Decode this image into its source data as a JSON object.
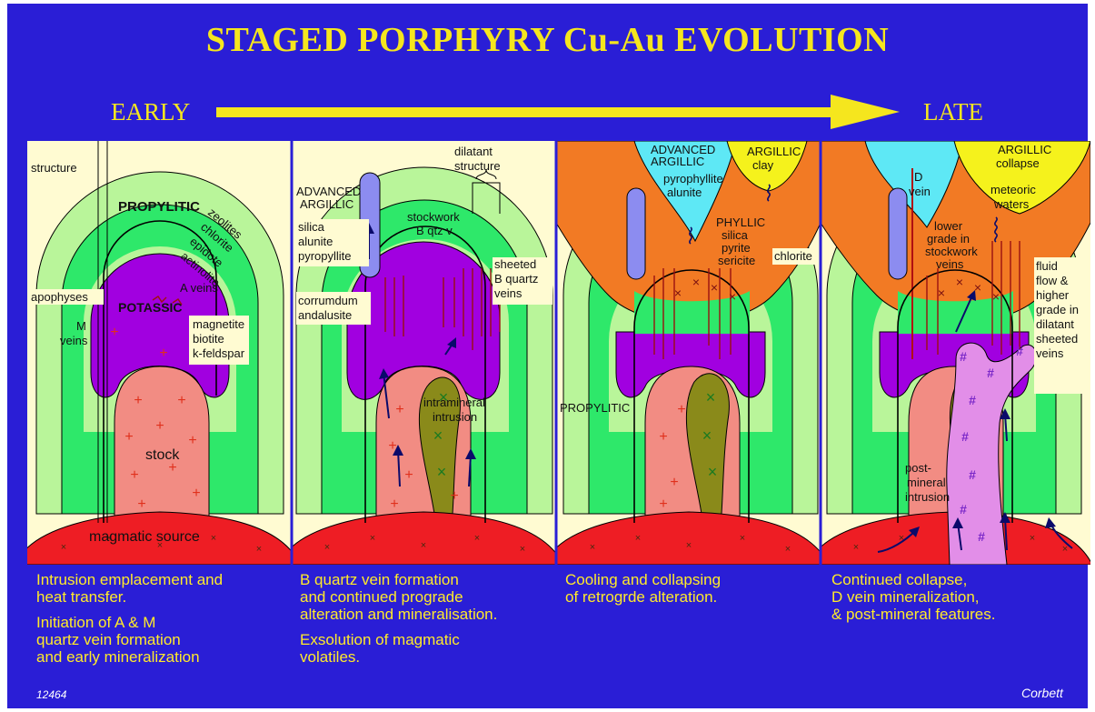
{
  "title": "STAGED PORPHYRY Cu-Au EVOLUTION",
  "timeline": {
    "early": "EARLY",
    "late": "LATE"
  },
  "colors": {
    "background": "#2a1ed6",
    "title": "#f5e61e",
    "caption": "#ffea2a",
    "panel_bg": "#fffbd2",
    "propylitic": "#b9f59a",
    "propylitic_inner": "#2ee86a",
    "potassic": "#a100e0",
    "stock": "#f28c83",
    "magmatic_source": "#ee1d24",
    "phyllic": "#f27a24",
    "advanced_argillic": "#5ee8f5",
    "argillic": "#f5f21c",
    "intramineral_intrusion": "#8a8a1a",
    "post_mineral_intrusion": "#e28ee8",
    "alunite_body": "#8c8cf0"
  },
  "panels": [
    {
      "labels": {
        "structure": "structure",
        "propylitic": "PROPYLITIC",
        "zeolites": "zeolites",
        "chlorite": "chlorite",
        "epidote": "epidote",
        "actinolite": "actinolite",
        "a_veins": "A veins",
        "apophyses": "apophyses",
        "potassic": "POTASSIC",
        "m": "M",
        "veins": "veins",
        "magnetite": "magnetite",
        "biotite": "biotite",
        "kfeldspar": "k-feldspar",
        "stock": "stock",
        "source": "magmatic source"
      },
      "caption": [
        "Intrusion emplacement and\nheat transfer.",
        "Initiation of A & M\nquartz vein formation\nand early mineralization"
      ]
    },
    {
      "labels": {
        "dilatant1": "dilatant",
        "dilatant2": "structure",
        "adv1": "ADVANCED",
        "adv2": "ARGILLIC",
        "silica": "silica",
        "alunite": "alunite",
        "pyrophyllite": "pyropyllite",
        "stockwork": "stockwork",
        "bqtz": "B qtz v",
        "sheeted": "sheeted",
        "bquartz": "B quartz",
        "veins": "veins",
        "corrumdum": "corrumdum",
        "andalusite": "andalusite",
        "intramineral": "intramineral",
        "intrusion": "intrusion"
      },
      "caption": [
        "B quartz vein formation\nand continued prograde\nalteration and mineralisation.",
        "Exsolution of magmatic\nvolatiles."
      ]
    },
    {
      "labels": {
        "adv1": "ADVANCED",
        "adv2": "ARGILLIC",
        "pyrophyllite": "pyrophyllite",
        "alunite": "alunite",
        "argillic": "ARGILLIC",
        "clay": "clay",
        "phyllic": "PHYLLIC",
        "silica": "silica",
        "pyrite": "pyrite",
        "sericite": "sericite",
        "chlorite": "chlorite",
        "propylitic": "PROPYLITIC"
      },
      "caption": [
        "Cooling and collapsing\nof retrogrde alteration."
      ]
    },
    {
      "labels": {
        "d": "D",
        "vein": "vein",
        "argillic": "ARGILLIC",
        "collapse": "collapse",
        "meteoric": "meteoric",
        "waters": "waters",
        "lower": "lower",
        "grade": "grade in",
        "stockwork": "stockwork",
        "veins": "veins",
        "fluid1": "fluid",
        "fluid2": "flow &",
        "fluid3": "higher",
        "fluid4": "grade in",
        "fluid5": "dilatant",
        "fluid6": "sheeted",
        "fluid7": "veins",
        "post1": "post-",
        "post2": "mineral",
        "post3": "intrusion"
      },
      "caption": [
        "Continued collapse,\nD vein mineralization,\n& post-mineral features."
      ]
    }
  ],
  "figure_number": "12464",
  "credit": "Corbett"
}
